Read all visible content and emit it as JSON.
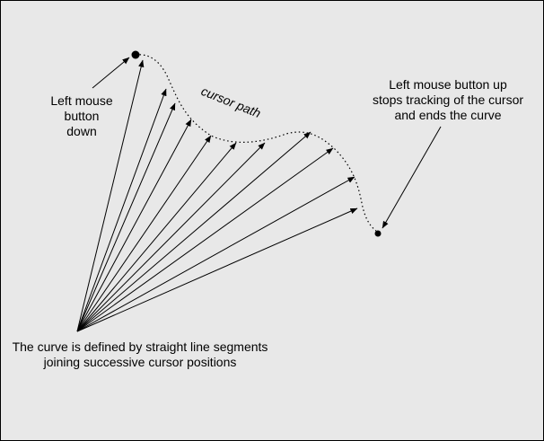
{
  "colors": {
    "background": "#e8e8e8",
    "stroke": "#000000",
    "border": "#000000"
  },
  "labels": {
    "mouse_down": [
      "Left mouse",
      "button",
      "down"
    ],
    "mouse_up": [
      "Left mouse button up",
      "stops tracking of the cursor",
      "and ends the curve"
    ],
    "path": "cursor path",
    "definition": [
      "The curve is defined by straight line segments",
      "joining successive cursor positions"
    ]
  },
  "icons": {
    "start_point": "filled-circle-large",
    "end_point": "filled-circle-small",
    "segment_head": "arrowhead"
  }
}
